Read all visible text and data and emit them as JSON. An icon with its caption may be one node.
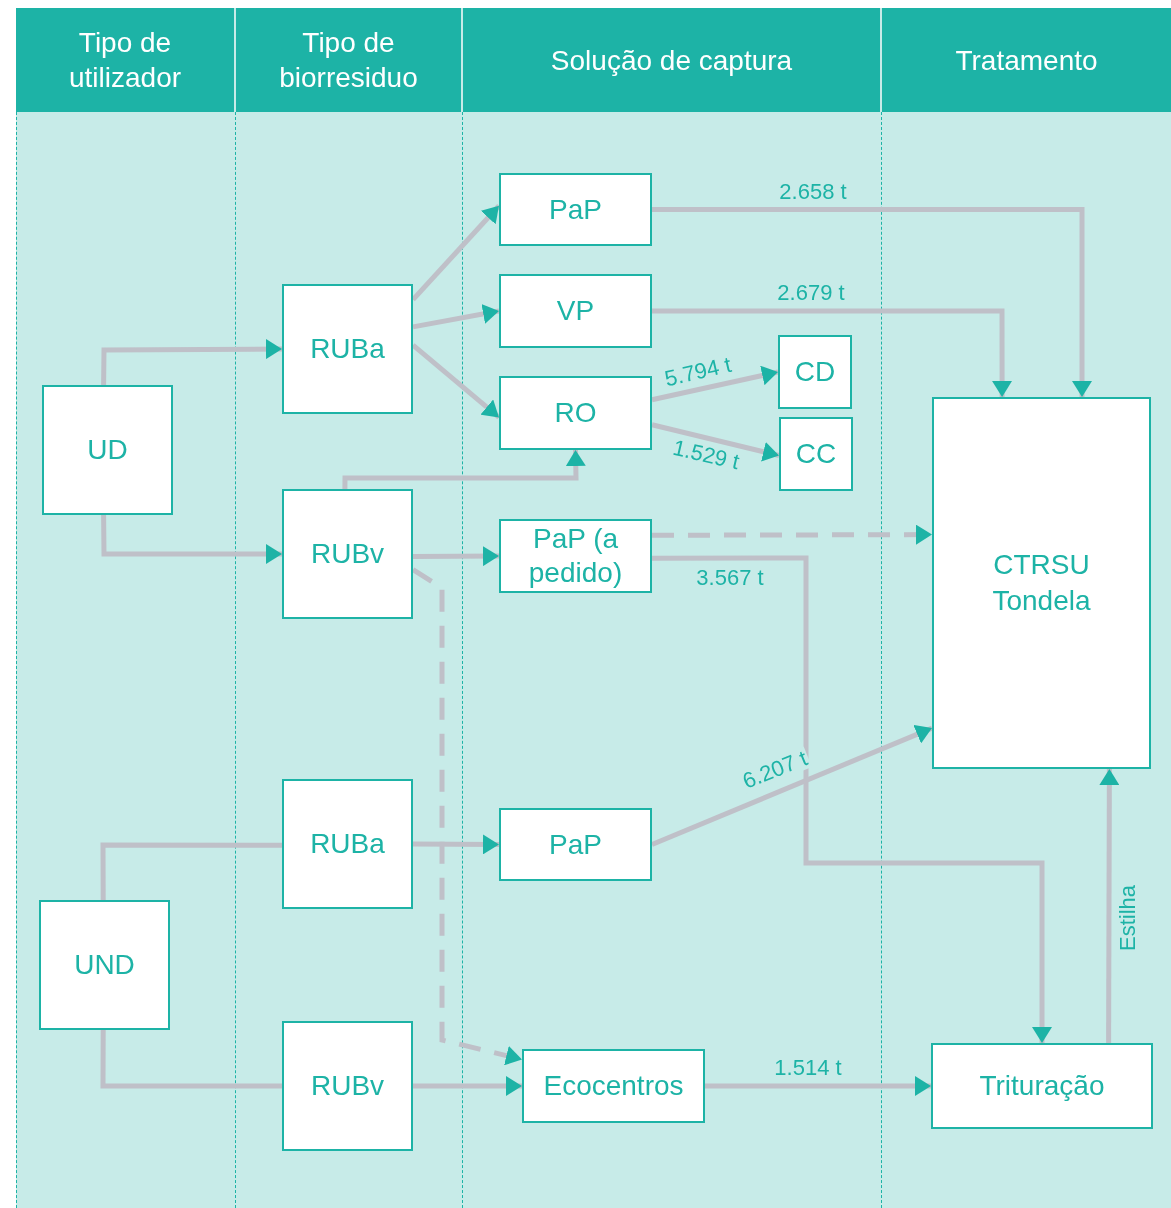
{
  "diagram": {
    "nodes": [
      {
        "text": [
          "Tipo de utilizador"
        ]
      },
      {
        "text": [
          "Tipo de biorresiduo"
        ]
      },
      {
        "text": [
          "Solução de captura"
        ]
      },
      {
        "text": [
          "Tratamento"
        ]
      },
      {
        "text": [
          "UD"
        ]
      },
      {
        "text": [
          "UND"
        ]
      },
      {
        "text": [
          "RUBa"
        ]
      },
      {
        "text": [
          "RUBv"
        ]
      },
      {
        "text": [
          "RUBa"
        ]
      },
      {
        "text": [
          "RUBv"
        ]
      },
      {
        "text": [
          "PaP"
        ]
      },
      {
        "text": [
          "VP"
        ]
      },
      {
        "text": [
          "RO"
        ]
      },
      {
        "text": [
          "CD"
        ]
      },
      {
        "text": [
          "CC"
        ]
      },
      {
        "text": [
          "PaP (a pedido)"
        ]
      },
      {
        "text": [
          "PaP"
        ]
      },
      {
        "text": [
          "Ecocentros"
        ]
      },
      {
        "text": [
          "CTRSU Tondela"
        ]
      },
      {
        "text": [
          "Trituração"
        ]
      }
    ],
    "edges": [
      {
        "from": 4,
        "to": 6,
        "arrow": "to"
      },
      {
        "from": 4,
        "to": 7,
        "arrow": "to"
      },
      {
        "from": 6,
        "to": 10,
        "arrow": "to"
      },
      {
        "from": 6,
        "to": 11,
        "arrow": "to"
      },
      {
        "from": 6,
        "to": 12,
        "arrow": "to"
      },
      {
        "from": 7,
        "to": 12,
        "arrow": "to"
      },
      {
        "from": 7,
        "to": 15,
        "arrow": "to"
      },
      {
        "from": 7,
        "to": 17,
        "arrow": "to",
        "style": "dashed"
      },
      {
        "from": 10,
        "to": 18,
        "arrow": "to",
        "label": "2.658 t"
      },
      {
        "from": 11,
        "to": 18,
        "arrow": "to",
        "label": "2.679 t"
      },
      {
        "from": 12,
        "to": 13,
        "arrow": "to",
        "label": "5.794 t"
      },
      {
        "from": 12,
        "to": 14,
        "arrow": "to",
        "label": "1.529 t"
      },
      {
        "from": 15,
        "to": 18,
        "arrow": "to",
        "style": "dashed"
      },
      {
        "from": 15,
        "to": 19,
        "arrow": "to",
        "label": "3.567 t"
      },
      {
        "from": 16,
        "to": 18,
        "arrow": "to",
        "label": "6.207 t"
      },
      {
        "from": 5,
        "to": 8,
        "arrow": "none"
      },
      {
        "from": 5,
        "to": 9,
        "arrow": "none"
      },
      {
        "from": 8,
        "to": 16,
        "arrow": "to"
      },
      {
        "from": 9,
        "to": 17,
        "arrow": "to"
      },
      {
        "from": 17,
        "to": 19,
        "arrow": "to",
        "label": "1.514 t"
      },
      {
        "from": 19,
        "to": 18,
        "arrow": "to",
        "label": "Estilha"
      }
    ]
  }
}
